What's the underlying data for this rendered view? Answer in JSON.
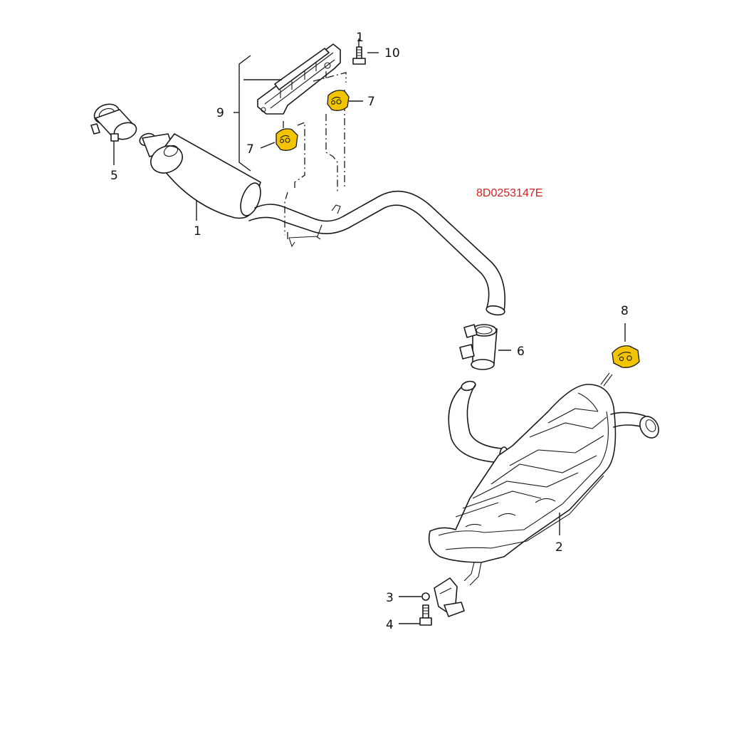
{
  "diagram": {
    "part_number": "8D0253147E",
    "colors": {
      "line": "#1a1a1a",
      "highlight": "#f2c500",
      "part_number": "#d42020"
    },
    "callouts": {
      "c1_front_muffler": "1",
      "c1_bracket_bolt": "1",
      "c10": "10",
      "c9": "9",
      "c7_right": "7",
      "c7_left": "7",
      "c5": "5",
      "c6": "6",
      "c8": "8",
      "c2": "2",
      "c3": "3",
      "c4": "4"
    }
  }
}
